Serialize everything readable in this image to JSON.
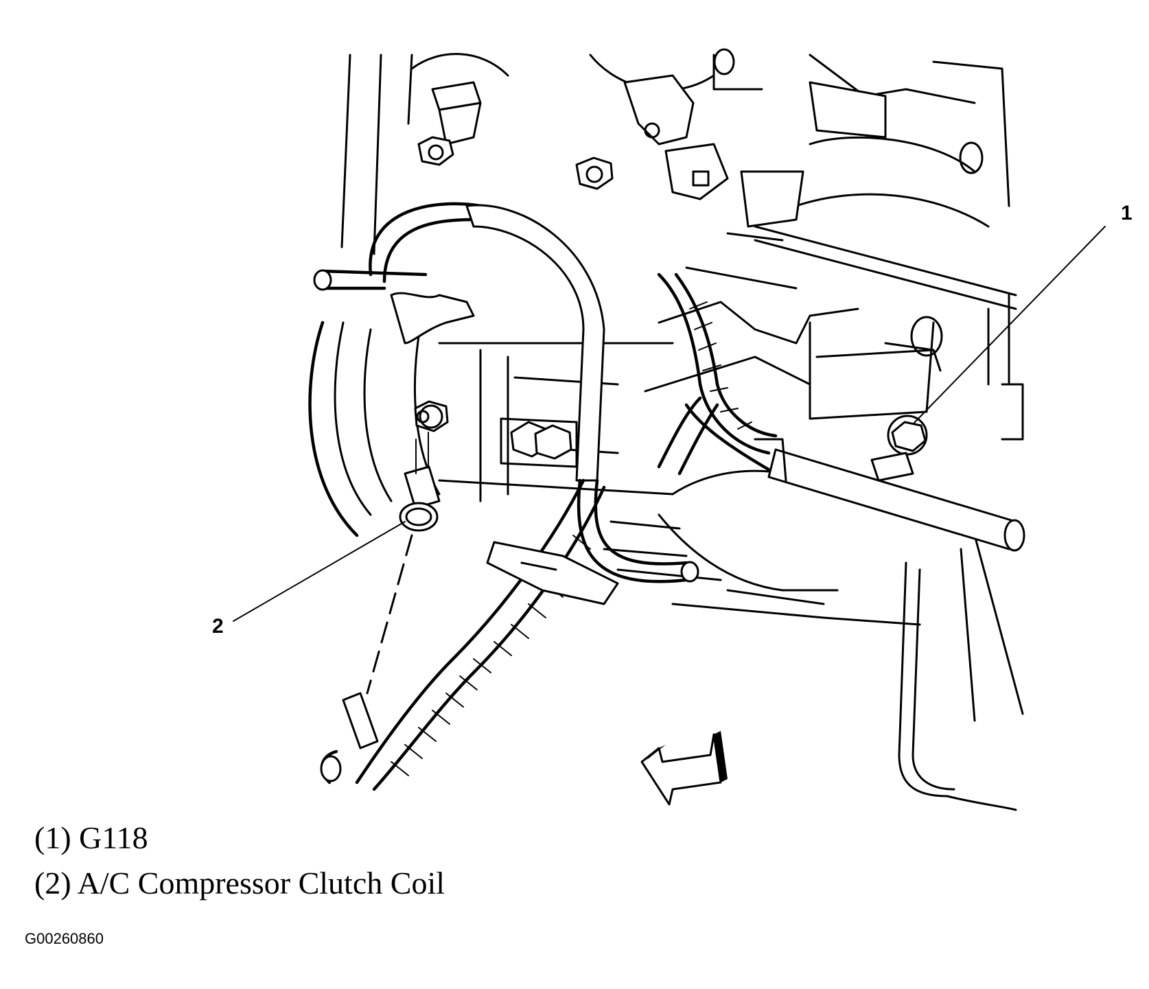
{
  "callouts": [
    {
      "number": "1",
      "name": "G118"
    },
    {
      "number": "2",
      "name": "A/C Compressor Clutch Coil"
    }
  ],
  "legend": [
    {
      "text": "(1) G118"
    },
    {
      "text": "(2) A/C Compressor Clutch Coil"
    }
  ],
  "figure_id": "G00260860"
}
